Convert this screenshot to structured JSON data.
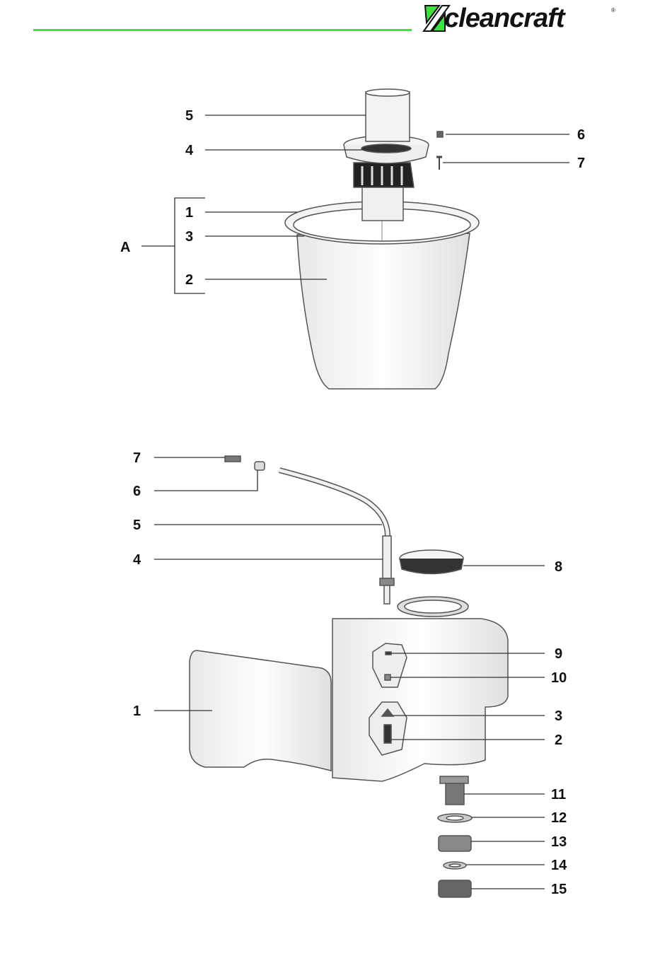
{
  "brand": {
    "name": "cleancraft",
    "registered_mark": "®",
    "accent_color": "#3ee23e"
  },
  "top_assembly": {
    "callouts": [
      "5",
      "4",
      "6",
      "7",
      "1",
      "3",
      "2",
      "A"
    ]
  },
  "bottom_assembly": {
    "callouts": [
      "7",
      "6",
      "5",
      "4",
      "8",
      "9",
      "10",
      "1",
      "3",
      "2",
      "11",
      "12",
      "13",
      "14",
      "15"
    ]
  }
}
